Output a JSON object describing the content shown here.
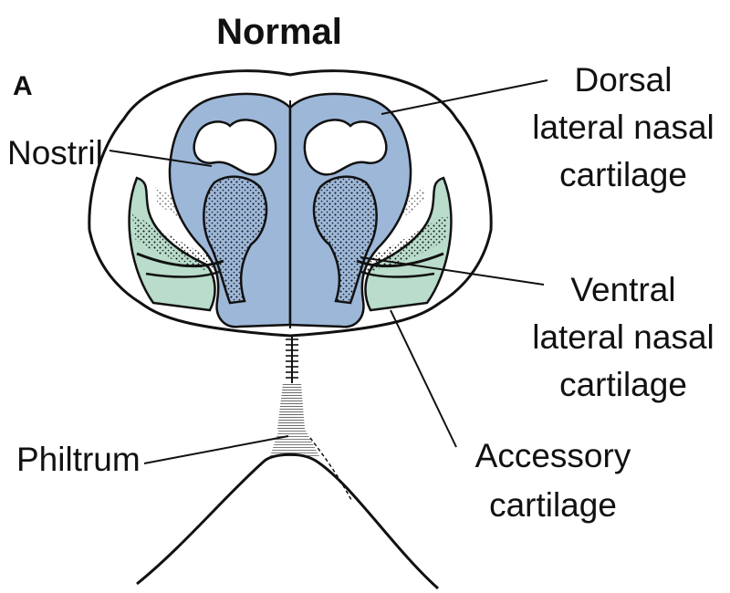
{
  "title": "Normal",
  "panel_label": "A",
  "labels": {
    "nostril": "Nostril",
    "philtrum": "Philtrum",
    "dorsal": [
      "Dorsal",
      "lateral nasal",
      "cartilage"
    ],
    "ventral": [
      "Ventral",
      "lateral nasal",
      "cartilage"
    ],
    "accessory": [
      "Accessory",
      "cartilage"
    ]
  },
  "colors": {
    "lateral_cartilage": "#9db7d8",
    "accessory_cartilage": "#b9dccb",
    "outline": "#111111"
  }
}
